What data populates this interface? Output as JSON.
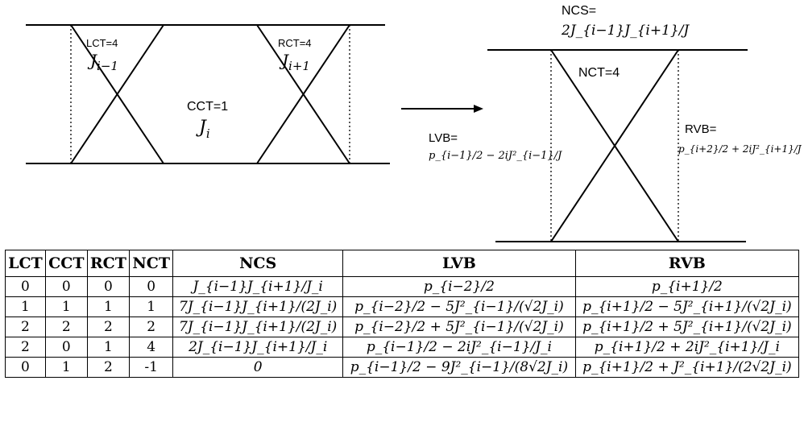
{
  "left_diagram": {
    "lct_label": "LCT=4",
    "lct_coupling": "J",
    "lct_coupling_sub": "i−1",
    "rct_label": "RCT=4",
    "rct_coupling": "J",
    "rct_coupling_sub": "i+1",
    "cct_label": "CCT=1",
    "cct_coupling": "J",
    "cct_coupling_sub": "i"
  },
  "right_diagram": {
    "ncs_label": "NCS=",
    "ncs_formula": "2J_{i−1}J_{i+1}/J",
    "nct_label": "NCT=4",
    "lvb_label": "LVB=",
    "lvb_formula": "p_{i−1}/2 − 2iJ²_{i−1}/J",
    "rvb_label": "RVB=",
    "rvb_formula": "p_{i+2}/2 + 2iJ²_{i+1}/J"
  },
  "table": {
    "headers": [
      "LCT",
      "CCT",
      "RCT",
      "NCT",
      "NCS",
      "LVB",
      "RVB"
    ],
    "rows": [
      [
        "0",
        "0",
        "0",
        "0",
        "J_{i−1}J_{i+1}/J_i",
        "p_{i−2}/2",
        "p_{i+1}/2"
      ],
      [
        "1",
        "1",
        "1",
        "1",
        "7J_{i−1}J_{i+1}/(2J_i)",
        "p_{i−2}/2 − 5J²_{i−1}/(√2J_i)",
        "p_{i+1}/2 − 5J²_{i+1}/(√2J_i)"
      ],
      [
        "2",
        "2",
        "2",
        "2",
        "7J_{i−1}J_{i+1}/(2J_i)",
        "p_{i−2}/2 + 5J²_{i−1}/(√2J_i)",
        "p_{i+1}/2 + 5J²_{i+1}/(√2J_i)"
      ],
      [
        "2",
        "0",
        "1",
        "4",
        "2J_{i−1}J_{i+1}/J_i",
        "p_{i−1}/2 − 2iJ²_{i−1}/J_i",
        "p_{i+1}/2 + 2iJ²_{i+1}/J_i"
      ],
      [
        "0",
        "1",
        "2",
        "-1",
        "0",
        "p_{i−1}/2 − 9J²_{i−1}/(8√2J_i)",
        "p_{i+1}/2 + J²_{i+1}/(2√2J_i)"
      ]
    ]
  }
}
